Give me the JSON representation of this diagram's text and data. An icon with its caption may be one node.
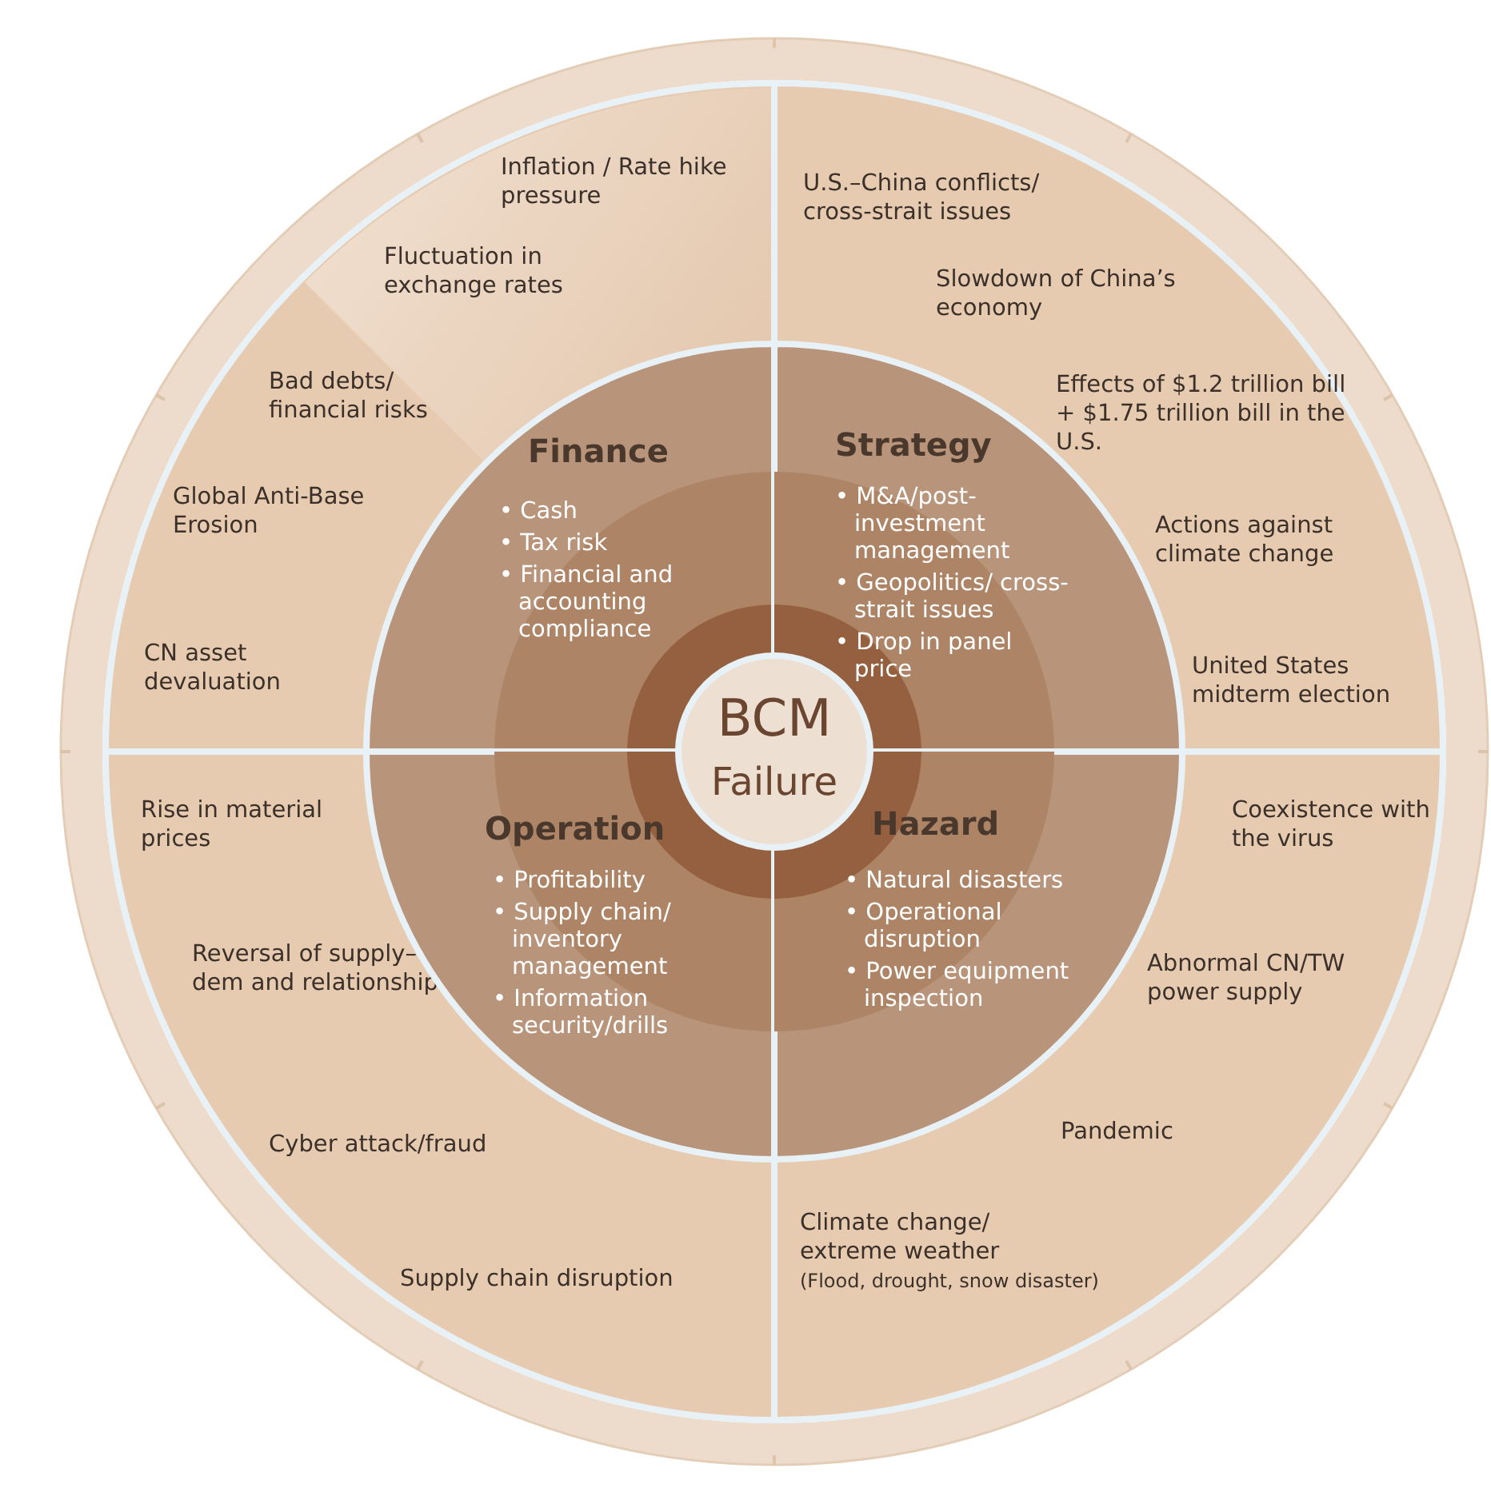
{
  "diagram": {
    "nodes": [
      {
        "text": [
          "Inflation / Rate hike pressure",
          "Fluctuation in exchange rates",
          "Bad debts/ financial risks",
          "Global Anti-Base Erosion",
          "CN asset devaluation"
        ]
      },
      {
        "text": [
          "Finance",
          "• Cash",
          "• Tax risk",
          "• Financial and accounting compliance"
        ],
        "in": 0
      },
      {
        "text": [
          "U.S.–China conflicts/ cross-strait issues",
          "Slowdown of China’s economy",
          "Effects of $1.2 trillion bill + $1.75 trillion bill in the U.S.",
          "Actions against climate change",
          "United States midterm election"
        ]
      },
      {
        "text": [
          "Strategy",
          "• M&A/post-investment management",
          "• Geopolitics/ cross-strait issues",
          "• Drop in panel price"
        ],
        "in": 2
      },
      {
        "text": [
          "Rise in material prices",
          "Reversal of supply–dem and relationship",
          "Cyber attack/fraud",
          "Supply chain disruption"
        ]
      },
      {
        "text": [
          "Operation",
          "• Profitability",
          "• Supply chain/ inventory management",
          "• Information security/drills"
        ],
        "in": 4
      },
      {
        "text": [
          "Coexistence with the virus",
          "Abnormal CN/TW power supply",
          "Pandemic",
          "Climate change/ extreme weather",
          "(Flood, drought, snow disaster)"
        ]
      },
      {
        "text": [
          "Hazard",
          "• Natural disasters",
          "• Operational disruption",
          "• Power equipment inspection"
        ],
        "in": 6
      },
      {
        "text": [
          "BCM",
          "Failure"
        ]
      }
    ]
  }
}
